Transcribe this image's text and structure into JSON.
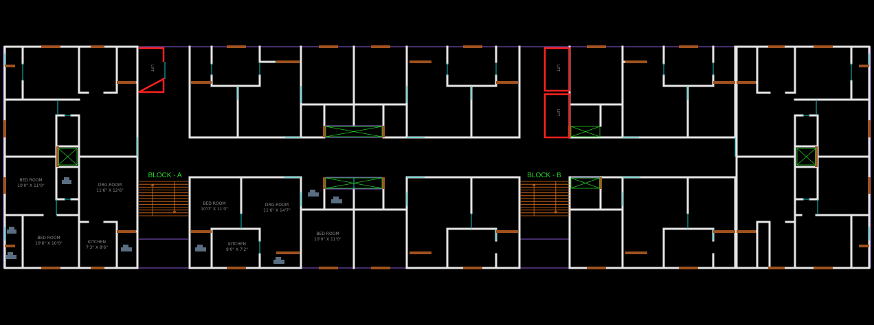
{
  "blocks": {
    "a": {
      "label": "BLOCK - A"
    },
    "b": {
      "label": "BLOCK - B"
    }
  },
  "lifts": {
    "a": "LIFT",
    "b1": "LIFT",
    "b2": "LIFT"
  },
  "rooms": {
    "w_bed1": {
      "name": "BED ROOM",
      "size": "10'0\" X 11'0\""
    },
    "w_bed2": {
      "name": "BED ROOM",
      "size": "10'6\" X 10'0\""
    },
    "w_drg": {
      "name": "DRG.ROOM",
      "size": "11'6\" X 12'6\""
    },
    "w_kit": {
      "name": "KITCHEN",
      "size": "7'3\" X 8'6\""
    },
    "c_bed1": {
      "name": "BED ROOM",
      "size": "10'0\" X 11'0\""
    },
    "c_drg": {
      "name": "DRG.ROOM",
      "size": "11'6\" X 14'7\""
    },
    "c_kit": {
      "name": "KITCHEN",
      "size": "9'0\" X 7'2\""
    },
    "c_bed2": {
      "name": "BED ROOM",
      "size": "10'0\" X 11'0\""
    }
  },
  "colors": {
    "wall": "#e6e6e6",
    "door": "#a0521e",
    "window": "#17c8c8",
    "boundary": "#8a5cd6",
    "lift": "#ff2020",
    "stair": "#e0701c",
    "duct": "#22cc22",
    "label": "#2cd62c"
  }
}
